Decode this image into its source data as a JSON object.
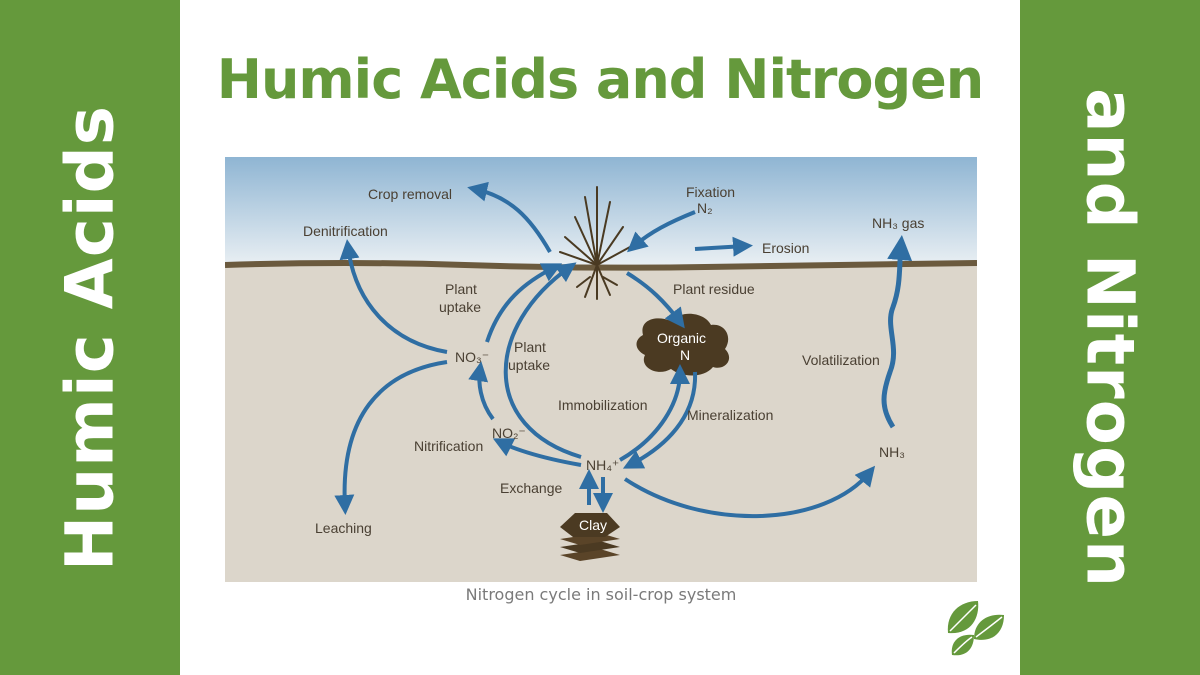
{
  "side_left_text": "Humic Acids",
  "side_right_text": "and Nitrogen",
  "title": "Humic Acids and Nitrogen",
  "caption": "Nitrogen cycle in soil-crop system",
  "colors": {
    "band_green": "#65993c",
    "arrow_blue": "#2f6ea3",
    "soil": "#dcd6cb",
    "sky_top": "#8fb5d3",
    "ground_line": "#6b5a3e"
  },
  "diagram": {
    "crop_removal": "Crop removal",
    "denitrification": "Denitrification",
    "fixation": "Fixation",
    "n2": "N₂",
    "erosion": "Erosion",
    "nh3_gas": "NH₃ gas",
    "plant_uptake_1_line1": "Plant",
    "plant_uptake_1_line2": "uptake",
    "plant_residue": "Plant residue",
    "organic_line1": "Organic",
    "organic_line2": "N",
    "no3": "NO₃⁻",
    "plant_uptake_2_line1": "Plant",
    "plant_uptake_2_line2": "uptake",
    "volatilization": "Volatilization",
    "immobilization": "Immobilization",
    "mineralization": "Mineralization",
    "no2": "NO₂⁻",
    "nitrification": "Nitrification",
    "nh4": "NH₄⁺",
    "nh3": "NH₃",
    "exchange": "Exchange",
    "leaching": "Leaching",
    "clay": "Clay"
  }
}
